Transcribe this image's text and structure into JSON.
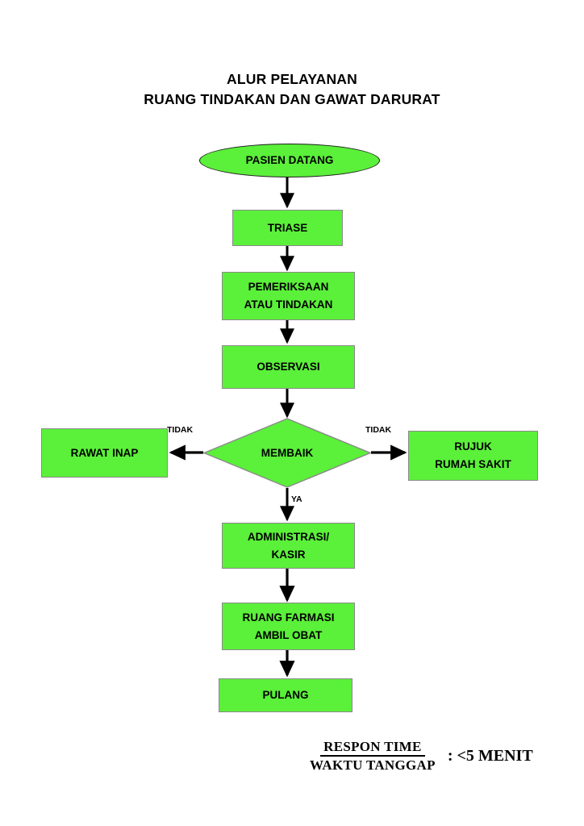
{
  "document": {
    "title_lines": [
      "ALUR PELAYANAN",
      "RUANG TINDAKAN DAN GAWAT DARURAT"
    ]
  },
  "colors": {
    "node_fill": "#5BF03A",
    "node_border": "#8A8A8A",
    "terminator_border": "#1B1B1B",
    "text": "#000000",
    "connector": "#000000",
    "background": "#FFFFFF"
  },
  "flowchart": {
    "type": "flowchart",
    "orientation": "top-to-bottom",
    "nodes": [
      {
        "id": "pasien_datang",
        "shape": "ellipse",
        "label": "PASIEN DATANG"
      },
      {
        "id": "triase",
        "shape": "rect",
        "label": "TRIASE"
      },
      {
        "id": "pemeriksaan",
        "shape": "rect",
        "label": "PEMERIKSAAN\nATAU TINDAKAN"
      },
      {
        "id": "observasi",
        "shape": "rect",
        "label": "OBSERVASI"
      },
      {
        "id": "membaik",
        "shape": "diamond",
        "label": "MEMBAIK"
      },
      {
        "id": "rawat_inap",
        "shape": "rect",
        "label": "RAWAT INAP"
      },
      {
        "id": "rujuk",
        "shape": "rect",
        "label": "RUJUK\nRUMAH SAKIT"
      },
      {
        "id": "administrasi",
        "shape": "rect",
        "label": "ADMINISTRASI/\nKASIR"
      },
      {
        "id": "farmasi",
        "shape": "rect",
        "label": "RUANG FARMASI\nAMBIL OBAT"
      },
      {
        "id": "pulang",
        "shape": "rect",
        "label": "PULANG"
      }
    ],
    "edges": [
      {
        "from": "pasien_datang",
        "to": "triase",
        "label": ""
      },
      {
        "from": "triase",
        "to": "pemeriksaan",
        "label": ""
      },
      {
        "from": "pemeriksaan",
        "to": "observasi",
        "label": ""
      },
      {
        "from": "observasi",
        "to": "membaik",
        "label": ""
      },
      {
        "from": "membaik",
        "to": "rawat_inap",
        "label": "TIDAK"
      },
      {
        "from": "membaik",
        "to": "rujuk",
        "label": "TIDAK"
      },
      {
        "from": "membaik",
        "to": "administrasi",
        "label": "YA"
      },
      {
        "from": "administrasi",
        "to": "farmasi",
        "label": ""
      },
      {
        "from": "farmasi",
        "to": "pulang",
        "label": ""
      }
    ],
    "edge_labels": {
      "tidak_left": "TIDAK",
      "tidak_right": "TIDAK",
      "ya": "YA"
    }
  },
  "footer": {
    "numerator": "RESPON TIME",
    "denominator": "WAKTU TANGGAP",
    "value": ": <5 MENIT"
  }
}
